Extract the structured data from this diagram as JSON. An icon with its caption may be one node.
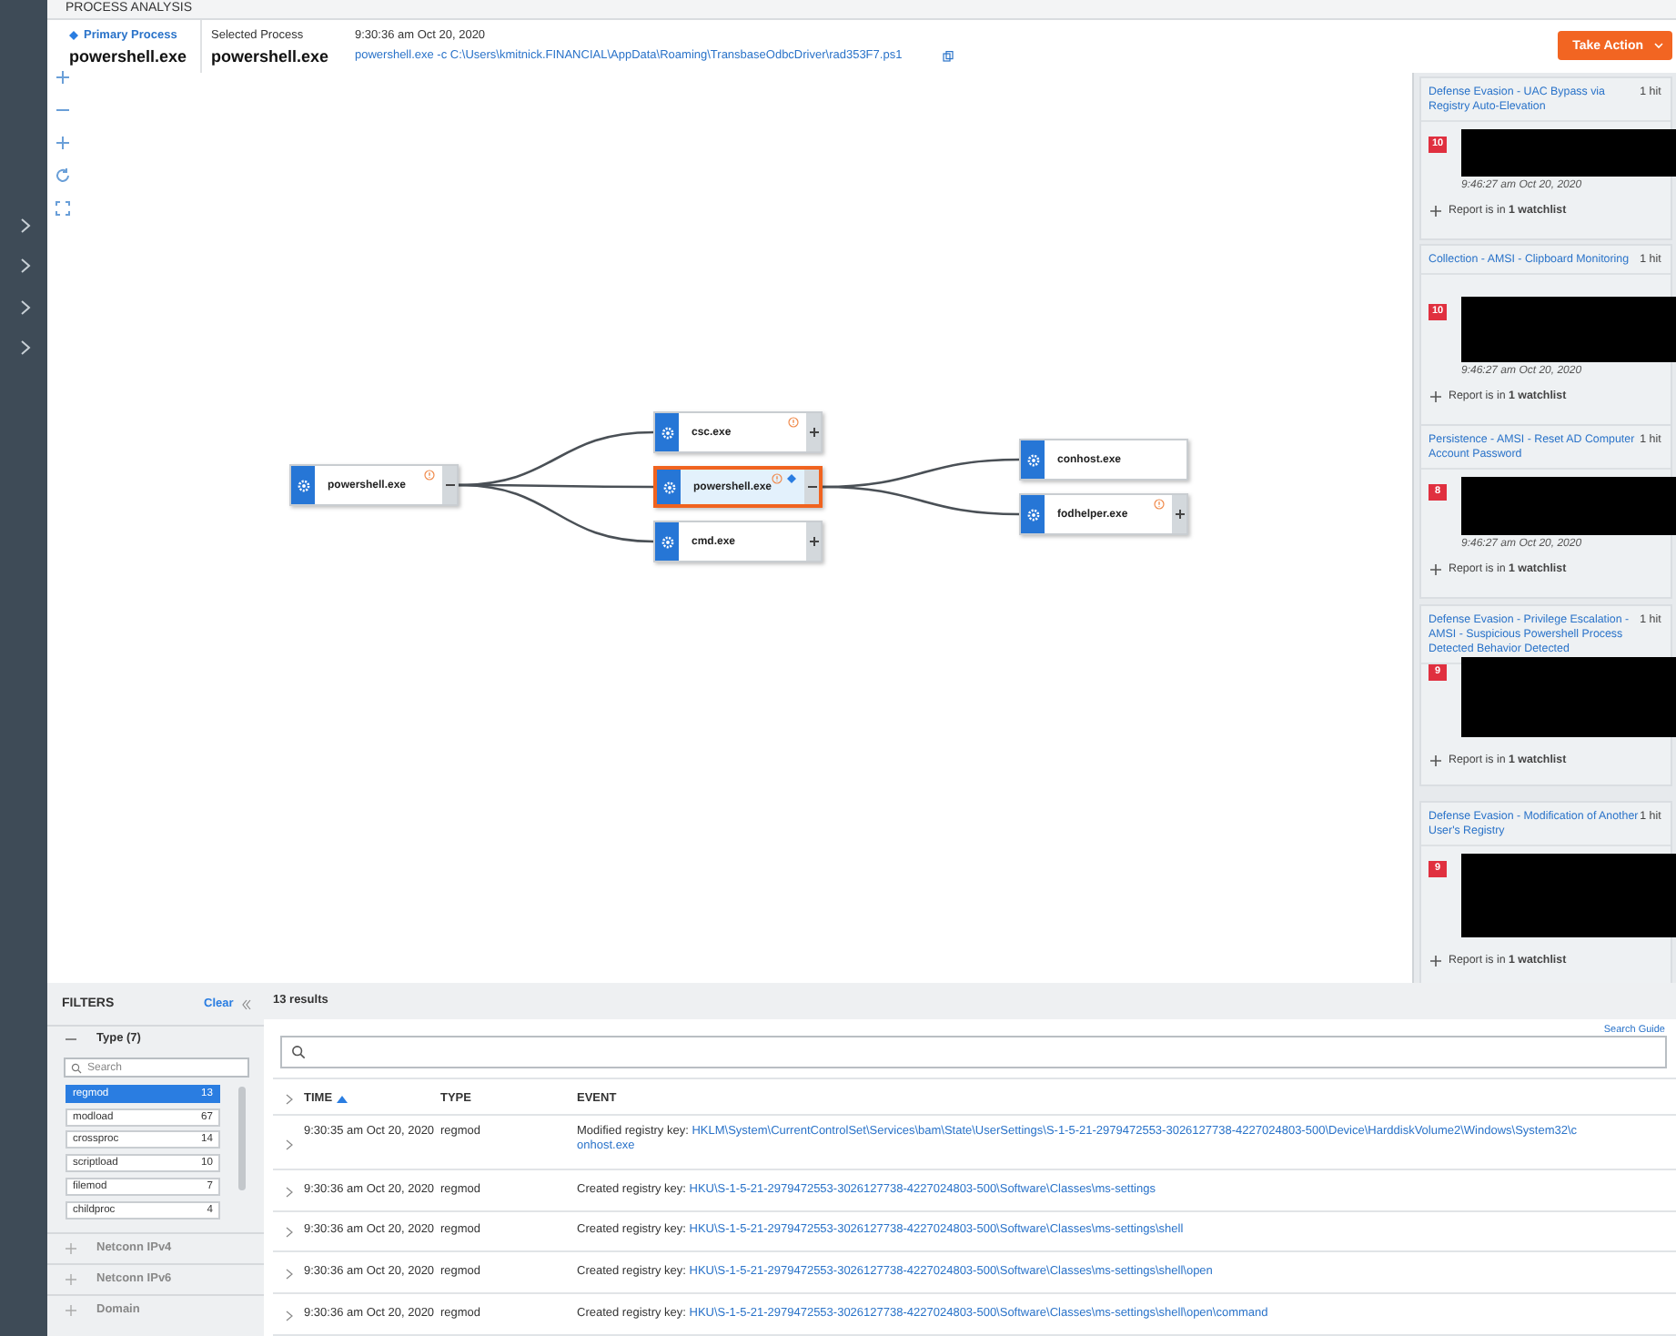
{
  "diagram": {
    "title": "PROCESS ANALYSIS",
    "nodes": [
      {
        "text": [
          "powershell.exe"
        ]
      },
      {
        "text": [
          "csc.exe"
        ]
      },
      {
        "text": [
          "powershell.exe"
        ]
      },
      {
        "text": [
          "cmd.exe"
        ]
      },
      {
        "text": [
          "conhost.exe"
        ]
      },
      {
        "text": [
          "fodhelper.exe"
        ]
      },
      {
        "text": [
          "Defense Evasion - UAC Bypass via Registry Auto-Elevation",
          "1 hit",
          "10",
          "9:46:27 am Oct 20, 2020",
          "Report is in **1 watchlist**"
        ]
      },
      {
        "text": [
          "Collection - AMSI - Clipboard Monitoring",
          "1 hit",
          "10",
          "9:46:27 am Oct 20, 2020",
          "Report is in **1 watchlist**"
        ]
      },
      {
        "text": [
          "Persistence - AMSI - Reset AD Computer Account Password",
          "1 hit",
          "8",
          "9:46:27 am Oct 20, 2020",
          "Report is in **1 watchlist**"
        ]
      },
      {
        "text": [
          "Defense Evasion - Privilege Escalation - AMSI - Suspicious Powershell Process Detected Behavior Detected",
          "1 hit",
          "9",
          "Report is in **1 watchlist**"
        ]
      },
      {
        "text": [
          "Defense Evasion - Modification of Another User's Registry",
          "1 hit",
          "9",
          "Report is in **1 watchlist**"
        ]
      }
    ],
    "edges": [
      {
        "from": 0,
        "to": 1,
        "arrow": "none"
      },
      {
        "from": 0,
        "to": 2,
        "arrow": "none"
      },
      {
        "from": 0,
        "to": 3,
        "arrow": "none"
      },
      {
        "from": 2,
        "to": 4,
        "arrow": "none"
      },
      {
        "from": 2,
        "to": 5,
        "arrow": "none"
      }
    ],
    "labels": [
      "Primary Process",
      "powershell.exe",
      "Selected Process",
      "powershell.exe",
      "9:30:36 am Oct 20, 2020",
      "powershell.exe -c C:\\Users\\kmitnick.FINANCIAL\\AppData\\Roaming\\TransbaseOdbcDriver\\rad353F7.ps1",
      "Take Action",
      "FILTERS",
      "Clear",
      "Type (7)",
      "Search",
      "regmod",
      "13",
      "modload",
      "67",
      "crossproc",
      "14",
      "scriptload",
      "10",
      "filemod",
      "7",
      "childproc",
      "4",
      "Netconn IPv4",
      "Netconn IPv6",
      "Domain",
      "13 results",
      "Search Guide",
      "TIME",
      "TYPE",
      "EVENT",
      "9:30:35 am Oct 20, 2020",
      "regmod",
      "Modified registry key:",
      "HKLM\\System\\CurrentControlSet\\Services\\bam\\State\\UserSettings\\S-1-5-21-2979472553-3026127738-4227024803-500\\Device\\HarddiskVolume2\\Windows\\System32\\conhost.exe",
      "9:30:36 am Oct 20, 2020",
      "regmod",
      "Created registry key:",
      "HKU\\S-1-5-21-2979472553-3026127738-4227024803-500\\Software\\Classes\\ms-settings",
      "9:30:36 am Oct 20, 2020",
      "regmod",
      "Created registry key:",
      "HKU\\S-1-5-21-2979472553-3026127738-4227024803-500\\Software\\Classes\\ms-settings\\shell",
      "9:30:36 am Oct 20, 2020",
      "regmod",
      "Created registry key:",
      "HKU\\S-1-5-21-2979472553-3026127738-4227024803-500\\Software\\Classes\\ms-settings\\shell\\open",
      "9:30:36 am Oct 20, 2020",
      "regmod",
      "Created registry key:",
      "HKU\\S-1-5-21-2979472553-3026127738-4227024803-500\\Software\\Classes\\ms-settings\\shell\\open\\command"
    ]
  }
}
